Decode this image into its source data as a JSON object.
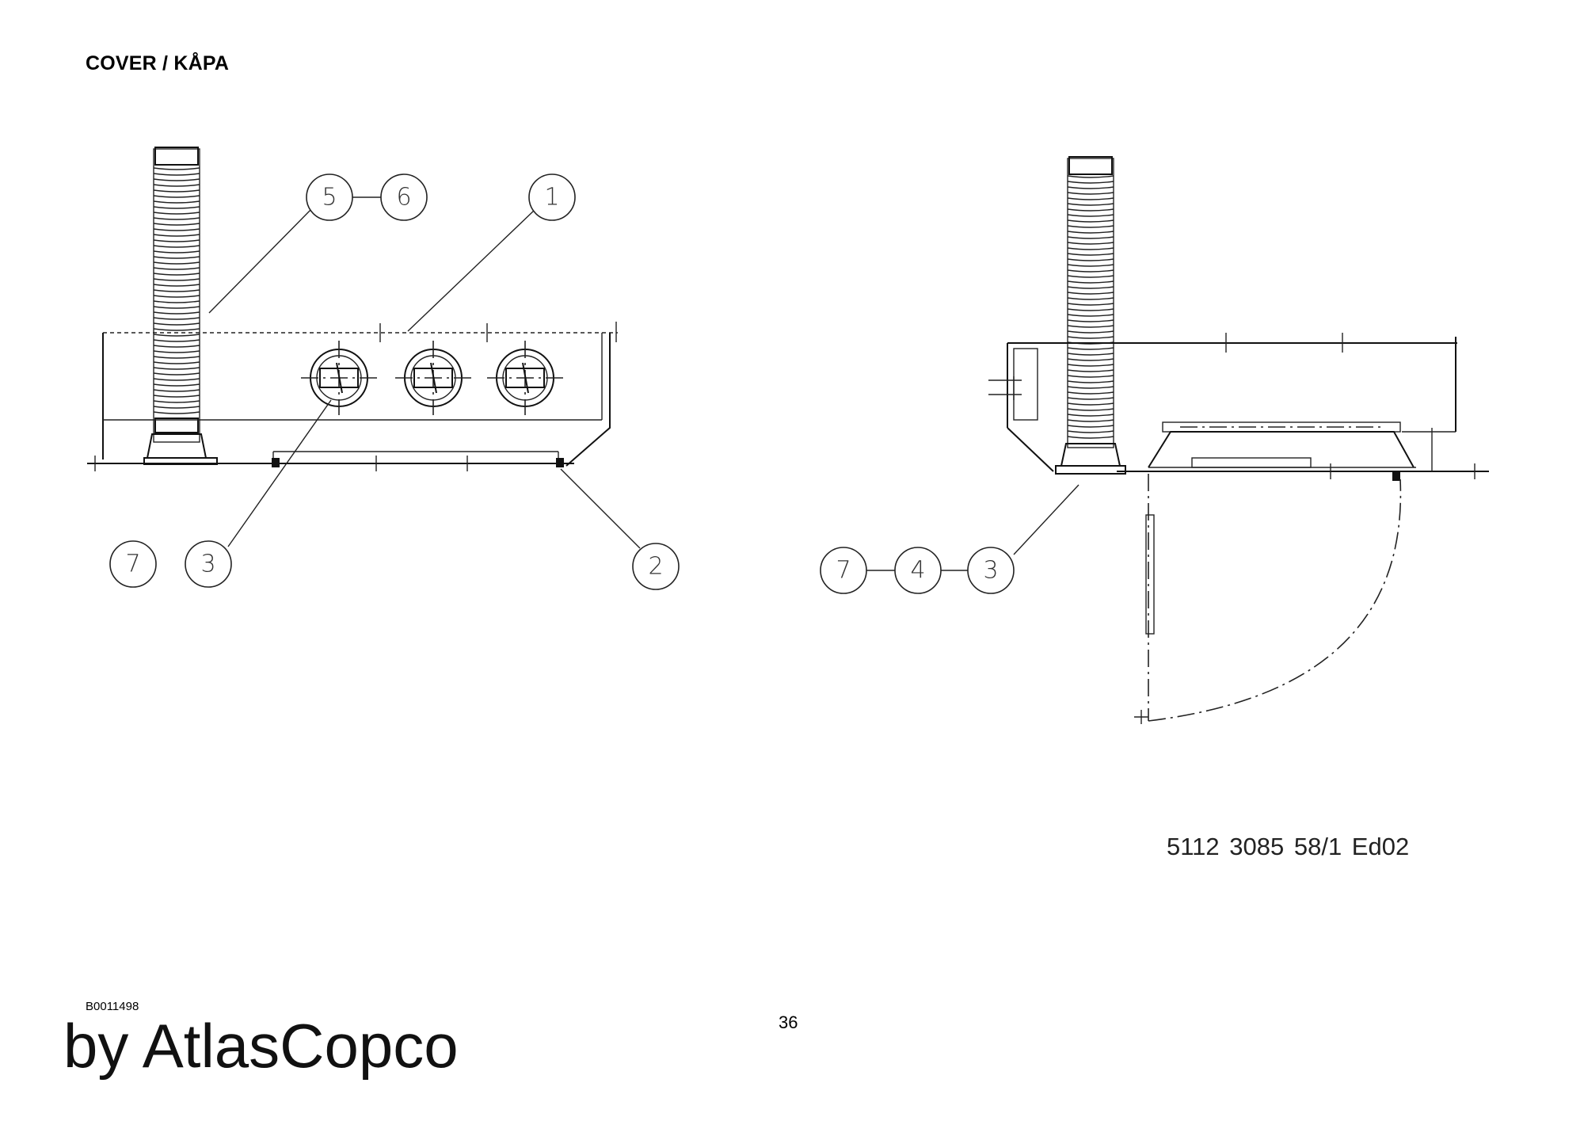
{
  "header": {
    "title": "COVER / KÅPA"
  },
  "drawing": {
    "number": "5112 3085 58/1  Ed02",
    "callouts_front": [
      "5",
      "6",
      "1",
      "7",
      "3",
      "2"
    ],
    "callouts_side": [
      "7",
      "4",
      "3"
    ]
  },
  "footer": {
    "doc_id": "B0011498",
    "brand": "by AtlasCopco",
    "page_number": "36"
  }
}
